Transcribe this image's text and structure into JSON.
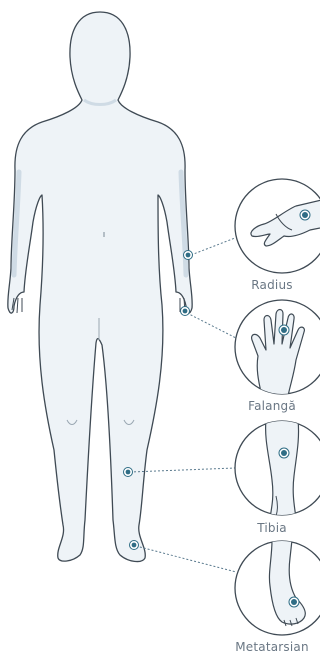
{
  "labels": {
    "radius": "Radius",
    "falanga": "Falangă",
    "tibia": "Tibia",
    "metatarsian": "Metatarsian"
  },
  "colors": {
    "body_fill": "#eef3f7",
    "body_outline": "#3f4a54",
    "body_shade": "#cfdbe5",
    "marker": "#2f6d85",
    "leader": "#5a7a8e",
    "label": "#6a7784"
  },
  "icons": {
    "body": "human-silhouette",
    "radius": "forearm-wrist-icon",
    "falanga": "hand-fingers-icon",
    "tibia": "lower-leg-icon",
    "metatarsian": "foot-icon"
  }
}
